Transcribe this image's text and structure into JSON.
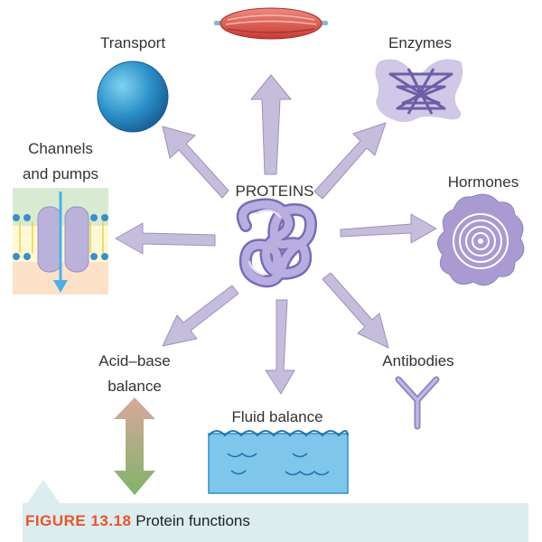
{
  "center_label": "PROTEINS",
  "functions": {
    "transport": "Transport",
    "enzymes": "Enzymes",
    "channels_line1": "Channels",
    "channels_line2": "and pumps",
    "hormones": "Hormones",
    "acid_base_line1": "Acid–base",
    "acid_base_line2": "balance",
    "antibodies": "Antibodies",
    "fluid_balance": "Fluid balance"
  },
  "caption": {
    "figure": "FIGURE 13.18",
    "text": "Protein functions"
  },
  "colors": {
    "arrow": "#c5bddb",
    "arrow_stroke": "#9c92bd",
    "protein": "#a99bd1",
    "transport": "#2b8fc7",
    "muscle": "#d9534f",
    "water": "#7ec6ea",
    "caption_accent": "#e8542b",
    "caption_bg": "#dcecef"
  }
}
